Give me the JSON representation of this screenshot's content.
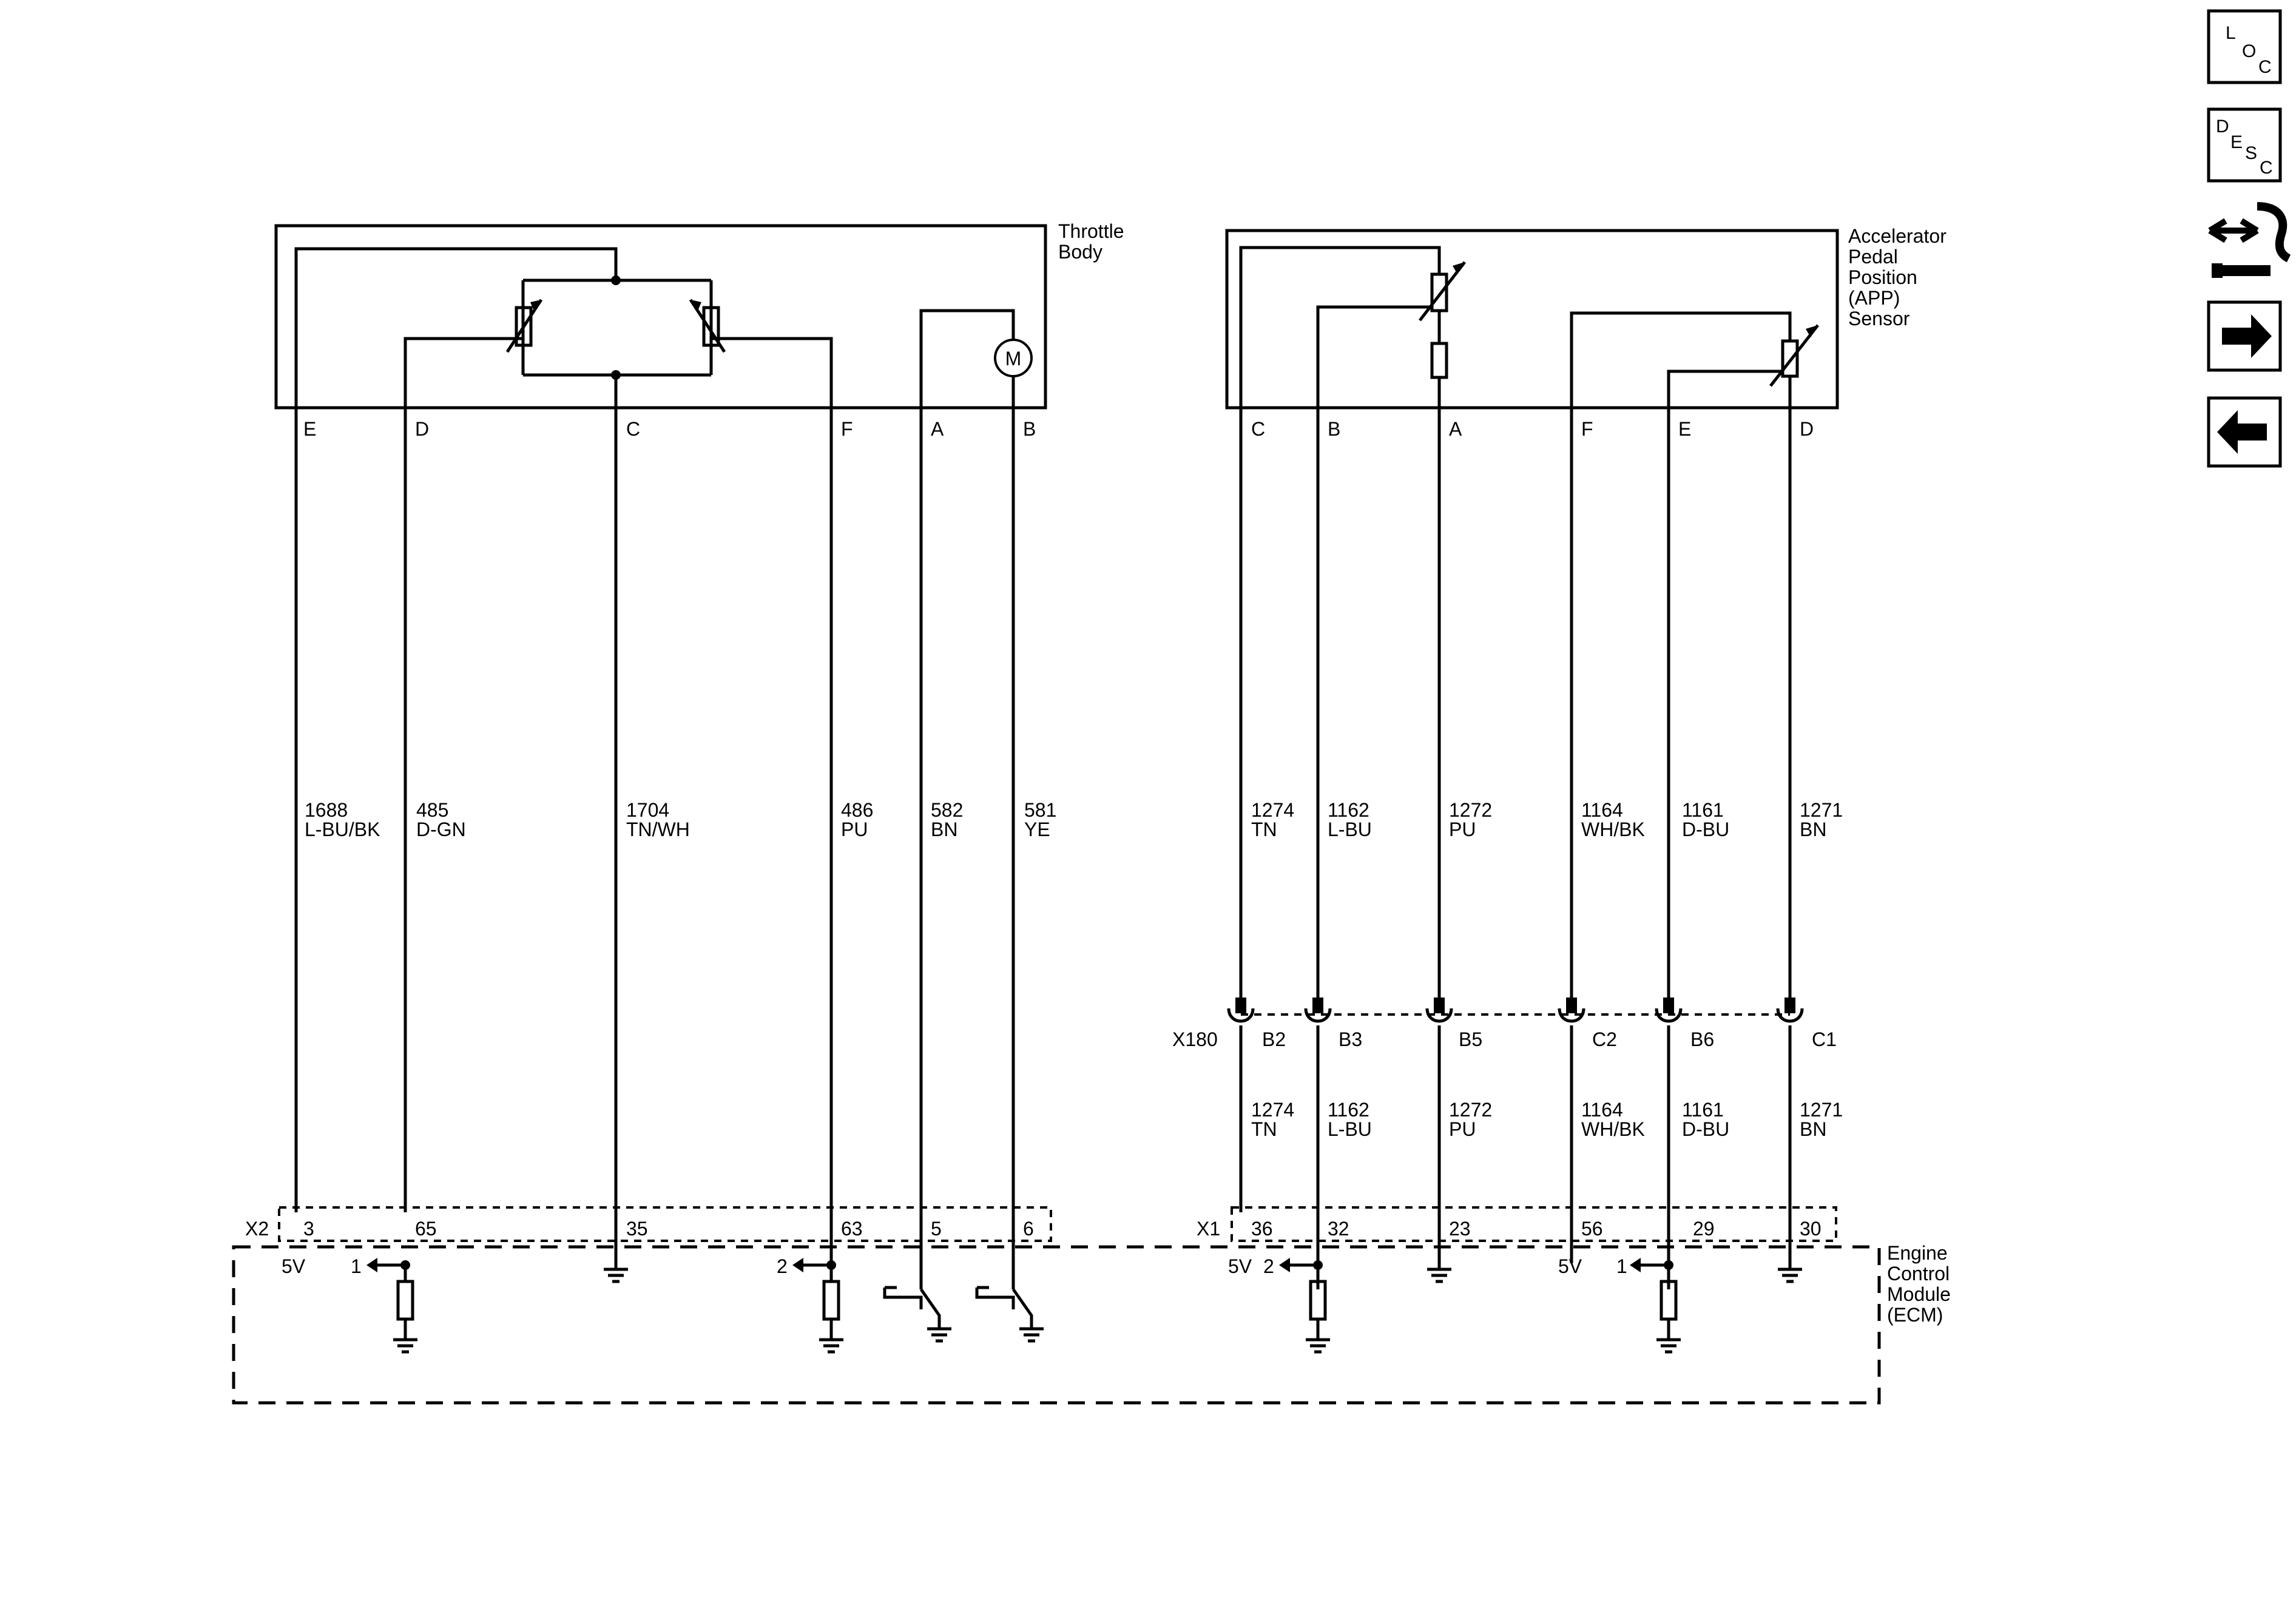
{
  "components": {
    "throttle_body": "Throttle\nBody",
    "app_sensor": "Accelerator\nPedal\nPosition\n(APP)\nSensor",
    "ecm": "Engine\nControl\nModule\n(ECM)"
  },
  "connectors": {
    "x1": "X1",
    "x2": "X2",
    "x180": "X180"
  },
  "throttle_pins": [
    "E",
    "D",
    "C",
    "F",
    "A",
    "B"
  ],
  "app_pins": [
    "C",
    "B",
    "A",
    "F",
    "E",
    "D"
  ],
  "throttle_wires": [
    {
      "circuit": "1688",
      "color": "L-BU/BK"
    },
    {
      "circuit": "485",
      "color": "D-GN"
    },
    {
      "circuit": "1704",
      "color": "TN/WH"
    },
    {
      "circuit": "486",
      "color": "PU"
    },
    {
      "circuit": "582",
      "color": "BN"
    },
    {
      "circuit": "581",
      "color": "YE"
    }
  ],
  "app_wires_upper": [
    {
      "circuit": "1274",
      "color": "TN"
    },
    {
      "circuit": "1162",
      "color": "L-BU"
    },
    {
      "circuit": "1272",
      "color": "PU"
    },
    {
      "circuit": "1164",
      "color": "WH/BK"
    },
    {
      "circuit": "1161",
      "color": "D-BU"
    },
    {
      "circuit": "1271",
      "color": "BN"
    }
  ],
  "app_wires_lower": [
    {
      "circuit": "1274",
      "color": "TN"
    },
    {
      "circuit": "1162",
      "color": "L-BU"
    },
    {
      "circuit": "1272",
      "color": "PU"
    },
    {
      "circuit": "1164",
      "color": "WH/BK"
    },
    {
      "circuit": "1161",
      "color": "D-BU"
    },
    {
      "circuit": "1271",
      "color": "BN"
    }
  ],
  "x180_terminals": [
    "B2",
    "B3",
    "B5",
    "C2",
    "B6",
    "C1"
  ],
  "x2_pins": [
    "3",
    "65",
    "35",
    "63",
    "5",
    "6"
  ],
  "x1_pins": [
    "36",
    "32",
    "23",
    "56",
    "29",
    "30"
  ],
  "ecm_labels": {
    "v5_a": "5V",
    "v5_b": "5V",
    "v5_c": "5V",
    "ref1_a": "1",
    "ref2_a": "2",
    "ref2_b": "2",
    "ref1_b": "1"
  },
  "motor_symbol": "M",
  "nav_icons": {
    "loc": {
      "l": "L",
      "o": "O",
      "c": "C"
    },
    "desc": {
      "d": "D",
      "e": "E",
      "s": "S",
      "c": "C"
    },
    "repair_icon": "connector-repair-icon",
    "next_icon": "arrow-right-icon",
    "prev_icon": "arrow-left-icon"
  }
}
